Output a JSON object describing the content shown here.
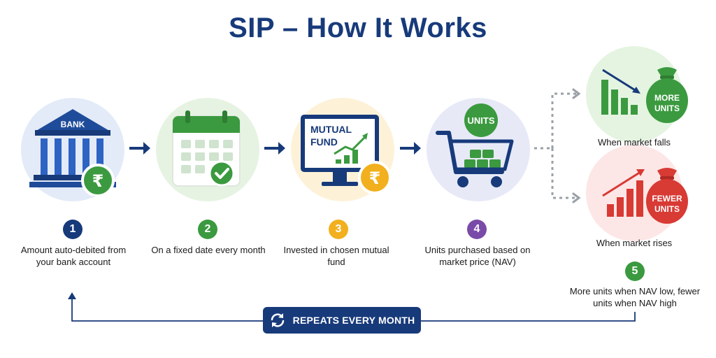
{
  "title": "SIP – How It Works",
  "steps": [
    {
      "num": "1",
      "text": "Amount auto-debited from your bank account",
      "icon": "bank-icon",
      "icon_label": "BANK"
    },
    {
      "num": "2",
      "text": "On a fixed date every month",
      "icon": "calendar-icon"
    },
    {
      "num": "3",
      "text": "Invested in chosen mutual fund",
      "icon": "monitor-icon",
      "icon_label_line1": "MUTUAL",
      "icon_label_line2": "FUND"
    },
    {
      "num": "4",
      "text": "Units purchased based on market price (NAV)",
      "icon": "cart-icon",
      "icon_label": "UNITS"
    },
    {
      "num": "5",
      "text": "More units when NAV low, fewer units when NAV high"
    }
  ],
  "outcomes": [
    {
      "caption": "When market falls",
      "bag_line1": "MORE",
      "bag_line2": "UNITS",
      "color": "#3b9a3f"
    },
    {
      "caption": "When market rises",
      "bag_line1": "FEWER",
      "bag_line2": "UNITS",
      "color": "#d83a34"
    }
  ],
  "repeat_label": "REPEATS EVERY MONTH",
  "colors": {
    "navy": "#173a7a",
    "green": "#3b9a3f",
    "gold": "#f2b01e",
    "purple": "#7a4aa8",
    "red": "#d83a34"
  }
}
